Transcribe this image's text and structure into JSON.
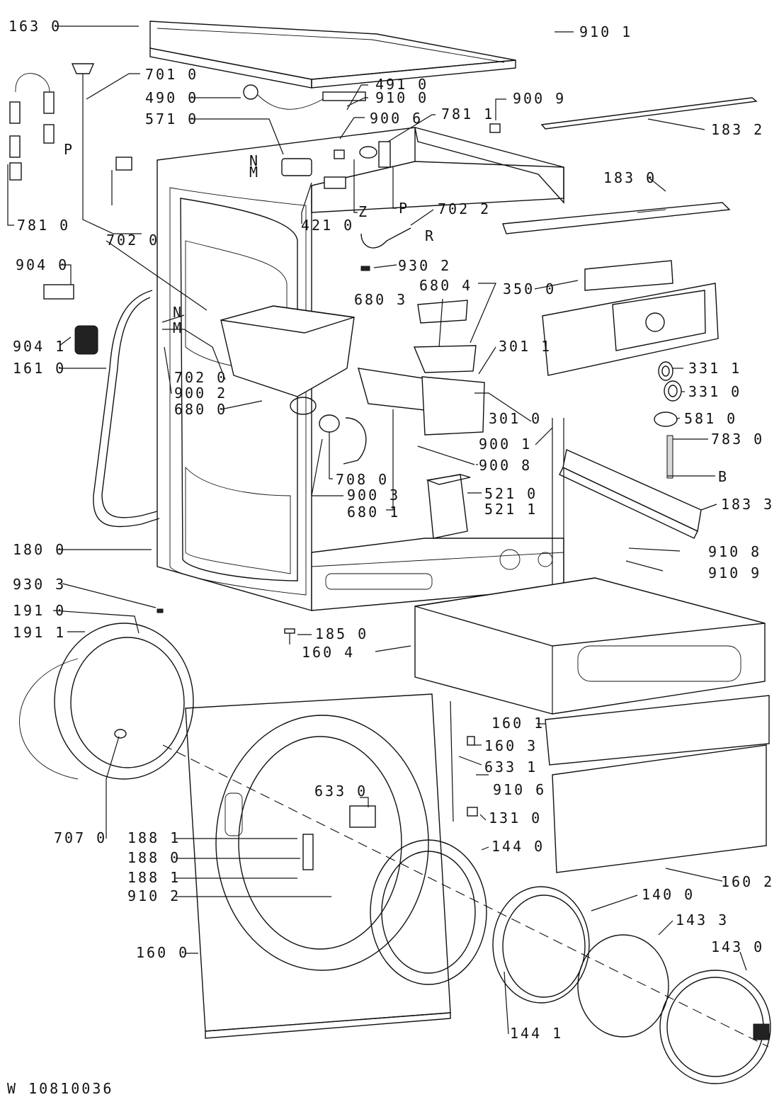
{
  "drawing_number": "W 10810036",
  "colors": {
    "ink": "#111111",
    "paper": "#ffffff"
  },
  "labels": {
    "l163_0": "163 0",
    "l910_1": "910 1",
    "l701_0": "701 0",
    "l490_0": "490 0",
    "l491_0": "491 0",
    "l910_0": "910 0",
    "l571_0": "571 0",
    "l900_6": "900 6",
    "l781_1": "781 1",
    "l900_9": "900 9",
    "l183_2": "183 2",
    "l183_0": "183 0",
    "l421_0": "421 0",
    "l702_2": "702 2",
    "l781_0": "781 0",
    "l702_0a": "702 0",
    "l930_2": "930 2",
    "l904_0": "904 0",
    "l680_3": "680 3",
    "l680_4": "680 4",
    "l350_0": "350 0",
    "l904_1": "904 1",
    "l301_1": "301 1",
    "l161_0": "161 0",
    "l331_1": "331 1",
    "l702_0b": "702 0",
    "l900_2": "900 2",
    "l680_0": "680 0",
    "l331_0": "331 0",
    "l301_0": "301 0",
    "l581_0": "581 0",
    "l900_1": "900 1",
    "l783_0": "783 0",
    "l900_8": "900 8",
    "l708_0": "708 0",
    "l900_3": "900 3",
    "l521_0": "521 0",
    "l521_1": "521 1",
    "l680_1": "680 1",
    "l183_3": "183 3",
    "l180_0": "180 0",
    "l910_8": "910 8",
    "l910_9": "910 9",
    "l930_3": "930 3",
    "l191_0": "191 0",
    "l185_0": "185 0",
    "l191_1": "191 1",
    "l160_4": "160 4",
    "l160_1": "160 1",
    "l160_3": "160 3",
    "l633_1": "633 1",
    "l633_0": "633 0",
    "l910_6": "910 6",
    "l131_0": "131 0",
    "l707_0": "707 0",
    "l188_1a": "188 1",
    "l188_0": "188 0",
    "l144_0": "144 0",
    "l188_1b": "188 1",
    "l160_2": "160 2",
    "l910_2": "910 2",
    "l140_0": "140 0",
    "l143_3": "143 3",
    "l143_0": "143 0",
    "l160_0": "160 0",
    "l144_1": "144 1"
  },
  "letters": {
    "n1": "N",
    "m1": "M",
    "p1": "P",
    "z1": "Z",
    "p2": "P",
    "r1": "R",
    "n2": "N",
    "m2": "M",
    "b1": "B"
  }
}
